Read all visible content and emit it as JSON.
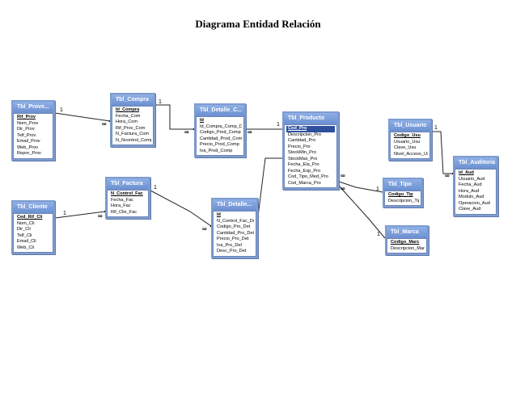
{
  "title": "Diagrama Entidad Relación",
  "tables": {
    "prove": {
      "name": "Tbl_Prove...",
      "fields": [
        "Rif_Prov",
        "Nom_Prov",
        "Dir_Prov",
        "Telf_Prov",
        "Email_Prov",
        "Web_Prov",
        "Repre_Prov"
      ]
    },
    "compra": {
      "name": "Tbl_Compra",
      "fields": [
        "Id_Compra",
        "Fecha_Com",
        "Hora_Com",
        "Rif_Prov_Com",
        "N_Factura_Com",
        "N_Ncontrol_Comp"
      ]
    },
    "detc": {
      "name": "Tbl_Detalle_C...",
      "fields": [
        "Id",
        "Id_Compra_Comp_Det",
        "Codigo_Prod_Comp",
        "Cantidad_Prod_Comp",
        "Precio_Prod_Comp",
        "Iva_Prod_Comp"
      ]
    },
    "producto": {
      "name": "Tbl_Producto",
      "fields": [
        "Cod_Pro",
        "Descripcion_Pro",
        "Cantidad_Pro",
        "Precio_Pro",
        "StockMin_Pro",
        "StockMax_Pro",
        "Fecha_Ela_Pro",
        "Fecha_Exp_Pro",
        "Cod_Tipo_Med_Pro",
        "Cod_Marca_Pro"
      ]
    },
    "usuario": {
      "name": "Tbl_Usuario",
      "fields": [
        "Codigo_Usu",
        "Usuario_Usu",
        "Clave_Usu",
        "Nivel_Acceso_Usu"
      ]
    },
    "auditoria": {
      "name": "Tbl_Auditoria",
      "fields": [
        "id_Aud",
        "Usuario_Aud",
        "Fecha_Aud",
        "Hora_Aud",
        "Modulo_Aud",
        "Operacion_Aud",
        "Clave_Aud"
      ]
    },
    "factura": {
      "name": "Tbl_Factura",
      "fields": [
        "N_Control_Fac",
        "Fecha_Fac",
        "Hora_Fac",
        "Rif_Clie_Fac"
      ]
    },
    "cliente": {
      "name": "Tbl_Cliente",
      "fields": [
        "Ced_Rif_Cli",
        "Nom_Cli",
        "Dir_Cli",
        "Telf_Cli",
        "Email_Cli",
        "Web_Cli"
      ]
    },
    "detf": {
      "name": "Tbl_Detalle...",
      "fields": [
        "Id",
        "N_Control_Fac_Det",
        "Codigo_Pro_Det",
        "Cantidad_Pro_Det",
        "Precio_Pro_Det",
        "Iva_Pro_Det",
        "Desc_Pro_Det"
      ]
    },
    "tipo": {
      "name": "Tbl_Tipo",
      "fields": [
        "Codigo_Tip",
        "Descripcion_Tip"
      ]
    },
    "marca": {
      "name": "Tbl_Marca",
      "fields": [
        "Codigo_Marc",
        "Descripcion_Marc"
      ]
    }
  },
  "relationships": [
    {
      "from": "prove",
      "to": "compra",
      "one": "1",
      "many": "∞"
    },
    {
      "from": "compra",
      "to": "detc",
      "one": "1",
      "many": "∞"
    },
    {
      "from": "producto",
      "to": "detc",
      "one": "1",
      "many": "∞"
    },
    {
      "from": "producto",
      "to": "detf",
      "one": "",
      "many": "∞"
    },
    {
      "from": "cliente",
      "to": "factura",
      "one": "1",
      "many": "∞"
    },
    {
      "from": "factura",
      "to": "detf",
      "one": "1",
      "many": "∞"
    },
    {
      "from": "usuario",
      "to": "auditoria",
      "one": "1",
      "many": "∞"
    },
    {
      "from": "tipo",
      "to": "producto",
      "one": "1",
      "many": "∞"
    },
    {
      "from": "marca",
      "to": "producto",
      "one": "1",
      "many": "∞"
    }
  ]
}
